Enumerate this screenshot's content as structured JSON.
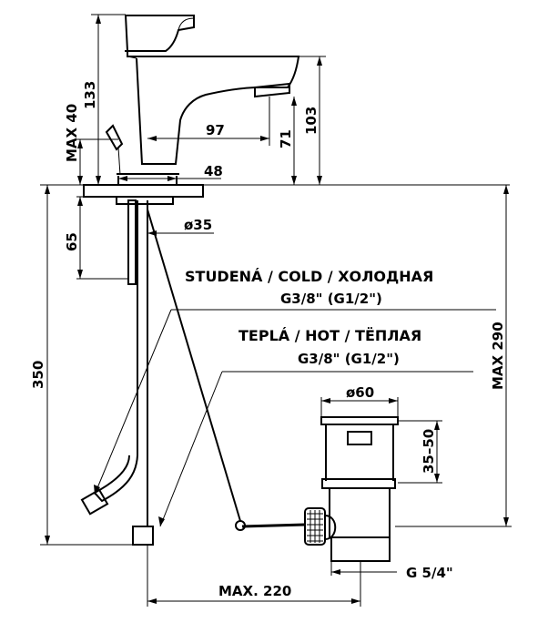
{
  "dimensions": {
    "d133": "133",
    "max40": "MAX 40",
    "d97": "97",
    "d71": "71",
    "d103": "103",
    "d48": "48",
    "d35": "ø35",
    "d65": "65",
    "d350": "350",
    "max290": "MAX 290",
    "d60": "ø60",
    "d35_50": "35–50",
    "g54": "G 5/4\"",
    "max220": "MAX. 220"
  },
  "labels": {
    "cold_title": "STUDENÁ / COLD / ХОЛОДНАЯ",
    "cold_thread": "G3/8\" (G1/2\")",
    "hot_title": "TEPLÁ / HOT  / TËПЛАЯ",
    "hot_thread": "G3/8\" (G1/2\")"
  }
}
